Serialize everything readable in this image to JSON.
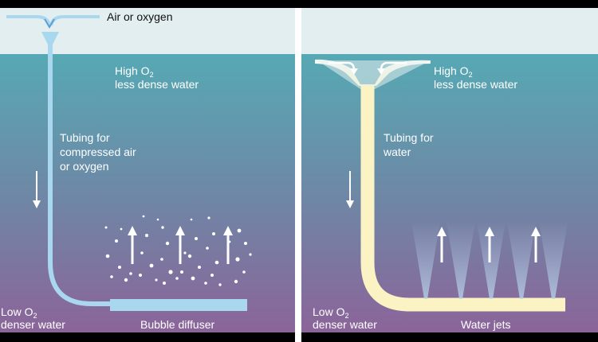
{
  "left_panel": {
    "top_label": "Air or oxygen",
    "high_o2_prefix": "High O",
    "high_o2_sub": "2",
    "high_o2_line2": "less dense water",
    "tubing_label": [
      "Tubing for",
      "compressed air",
      "or oxygen"
    ],
    "low_o2_prefix": "Low O",
    "low_o2_sub": "2",
    "low_o2_line2": "denser water",
    "bottom_label": "Bubble diffuser"
  },
  "right_panel": {
    "high_o2_prefix": "High O",
    "high_o2_sub": "2",
    "high_o2_line2": "less dense water",
    "tubing_label": [
      "Tubing for",
      "water"
    ],
    "low_o2_prefix": "Low O",
    "low_o2_sub": "2",
    "low_o2_line2": "denser water",
    "bottom_label": "Water jets"
  },
  "colors": {
    "sky": "#e3eef0",
    "water_top": "#56a9b4",
    "water_bottom": "#8b6499",
    "air_tube": "#a9d7ee",
    "water_tube": "#fbf3c3",
    "arrow": "#ffffff"
  }
}
